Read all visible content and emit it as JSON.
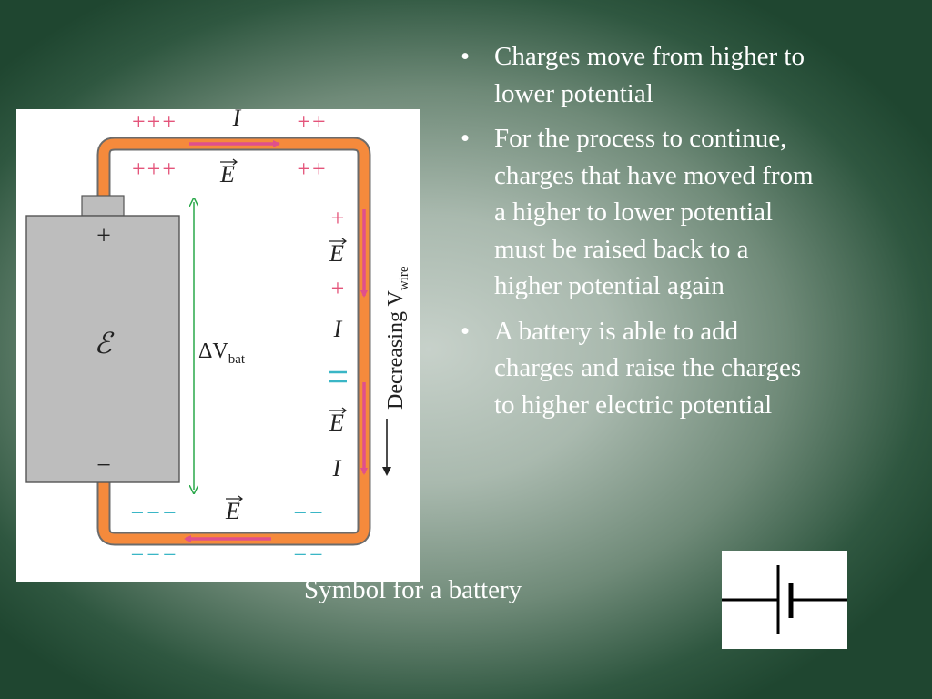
{
  "slide": {
    "bullets": [
      "Charges move from higher to lower potential",
      "For the process to continue, charges that have moved from a higher to lower potential must be raised back to a higher potential again",
      "A battery is able to add charges and raise the charges to higher electric potential"
    ],
    "caption": "Symbol for a battery"
  },
  "diagram": {
    "top_plus_inner_left": "+++",
    "top_plus_inner_right": "++",
    "top_plus_outer_left": "+++",
    "top_plus_outer_right": "++",
    "bottom_minus_left": "−−−",
    "bottom_minus_right": "−−",
    "current_label": "I",
    "field_label": "E",
    "emf_label": "ℰ",
    "delta_v_prefix": "ΔV",
    "delta_v_sub": "bat",
    "decreasing_label": "Decreasing V",
    "decreasing_sub": "wire",
    "battery_plus": "+",
    "battery_minus": "−",
    "right_plus": "+",
    "colors": {
      "wire": "#f58a3c",
      "wire_edge": "#6b6b6b",
      "battery_body": "#bdbdbd",
      "plus_charges": "#e4547a",
      "minus_charges": "#3ab6c6",
      "current_arrow": "#e0508c",
      "delta_v_arrow": "#2aa84a"
    }
  }
}
